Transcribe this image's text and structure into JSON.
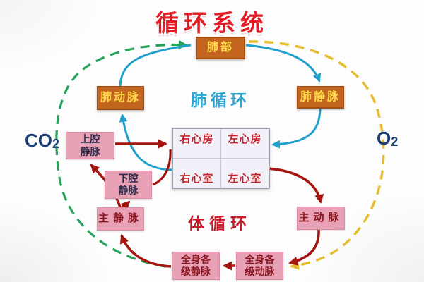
{
  "title": "循环系统",
  "region_labels": {
    "pulmonary": "肺循环",
    "systemic": "体循环"
  },
  "gas_labels": {
    "left_symbol": "CO",
    "left_sub": "2",
    "right_symbol": "O",
    "right_sub": "2"
  },
  "nodes": {
    "lungs": {
      "label": "肺部"
    },
    "pulmonary_artery": {
      "label": "肺动脉"
    },
    "pulmonary_vein": {
      "label": "肺静脉"
    },
    "superior_vena_cava": {
      "line1": "上腔",
      "line2": "静脉"
    },
    "inferior_vena_cava": {
      "line1": "下腔",
      "line2": "静脉"
    },
    "main_vein": {
      "label": "主静脉"
    },
    "aorta": {
      "label": "主动脉"
    },
    "systemic_veins": {
      "line1": "全身各",
      "line2": "级静脉"
    },
    "systemic_arteries": {
      "line1": "全身各",
      "line2": "级动脉"
    }
  },
  "heart": {
    "right_atrium": "右心房",
    "left_atrium": "左心房",
    "right_ventricle": "右心室",
    "left_ventricle": "左心室"
  },
  "colors": {
    "title_red": "#e31c25",
    "box_orange": "#c4651f",
    "box_orange_text": "#ffd94a",
    "box_pink": "#e9a1b5",
    "vena_cava_text_navy": "#2d2d4d",
    "vessel_text_maroon": "#8c1822",
    "heart_text_red": "#c2232e",
    "pulmonary_label_cyan": "#2ba6d2",
    "systemic_label_red": "#c51a28",
    "gas_label_blue": "#1c3f77",
    "pulmonary_arrow_cyan": "#21a0cc",
    "systemic_arrow_red": "#a5150f",
    "co2_dashed_green": "#27a35b",
    "o2_dashed_yellow": "#e5bc2c",
    "atrium_to_ventricle_blue": "#4a9de0",
    "atrium_to_ventricle_brown": "#9c5f2a"
  }
}
